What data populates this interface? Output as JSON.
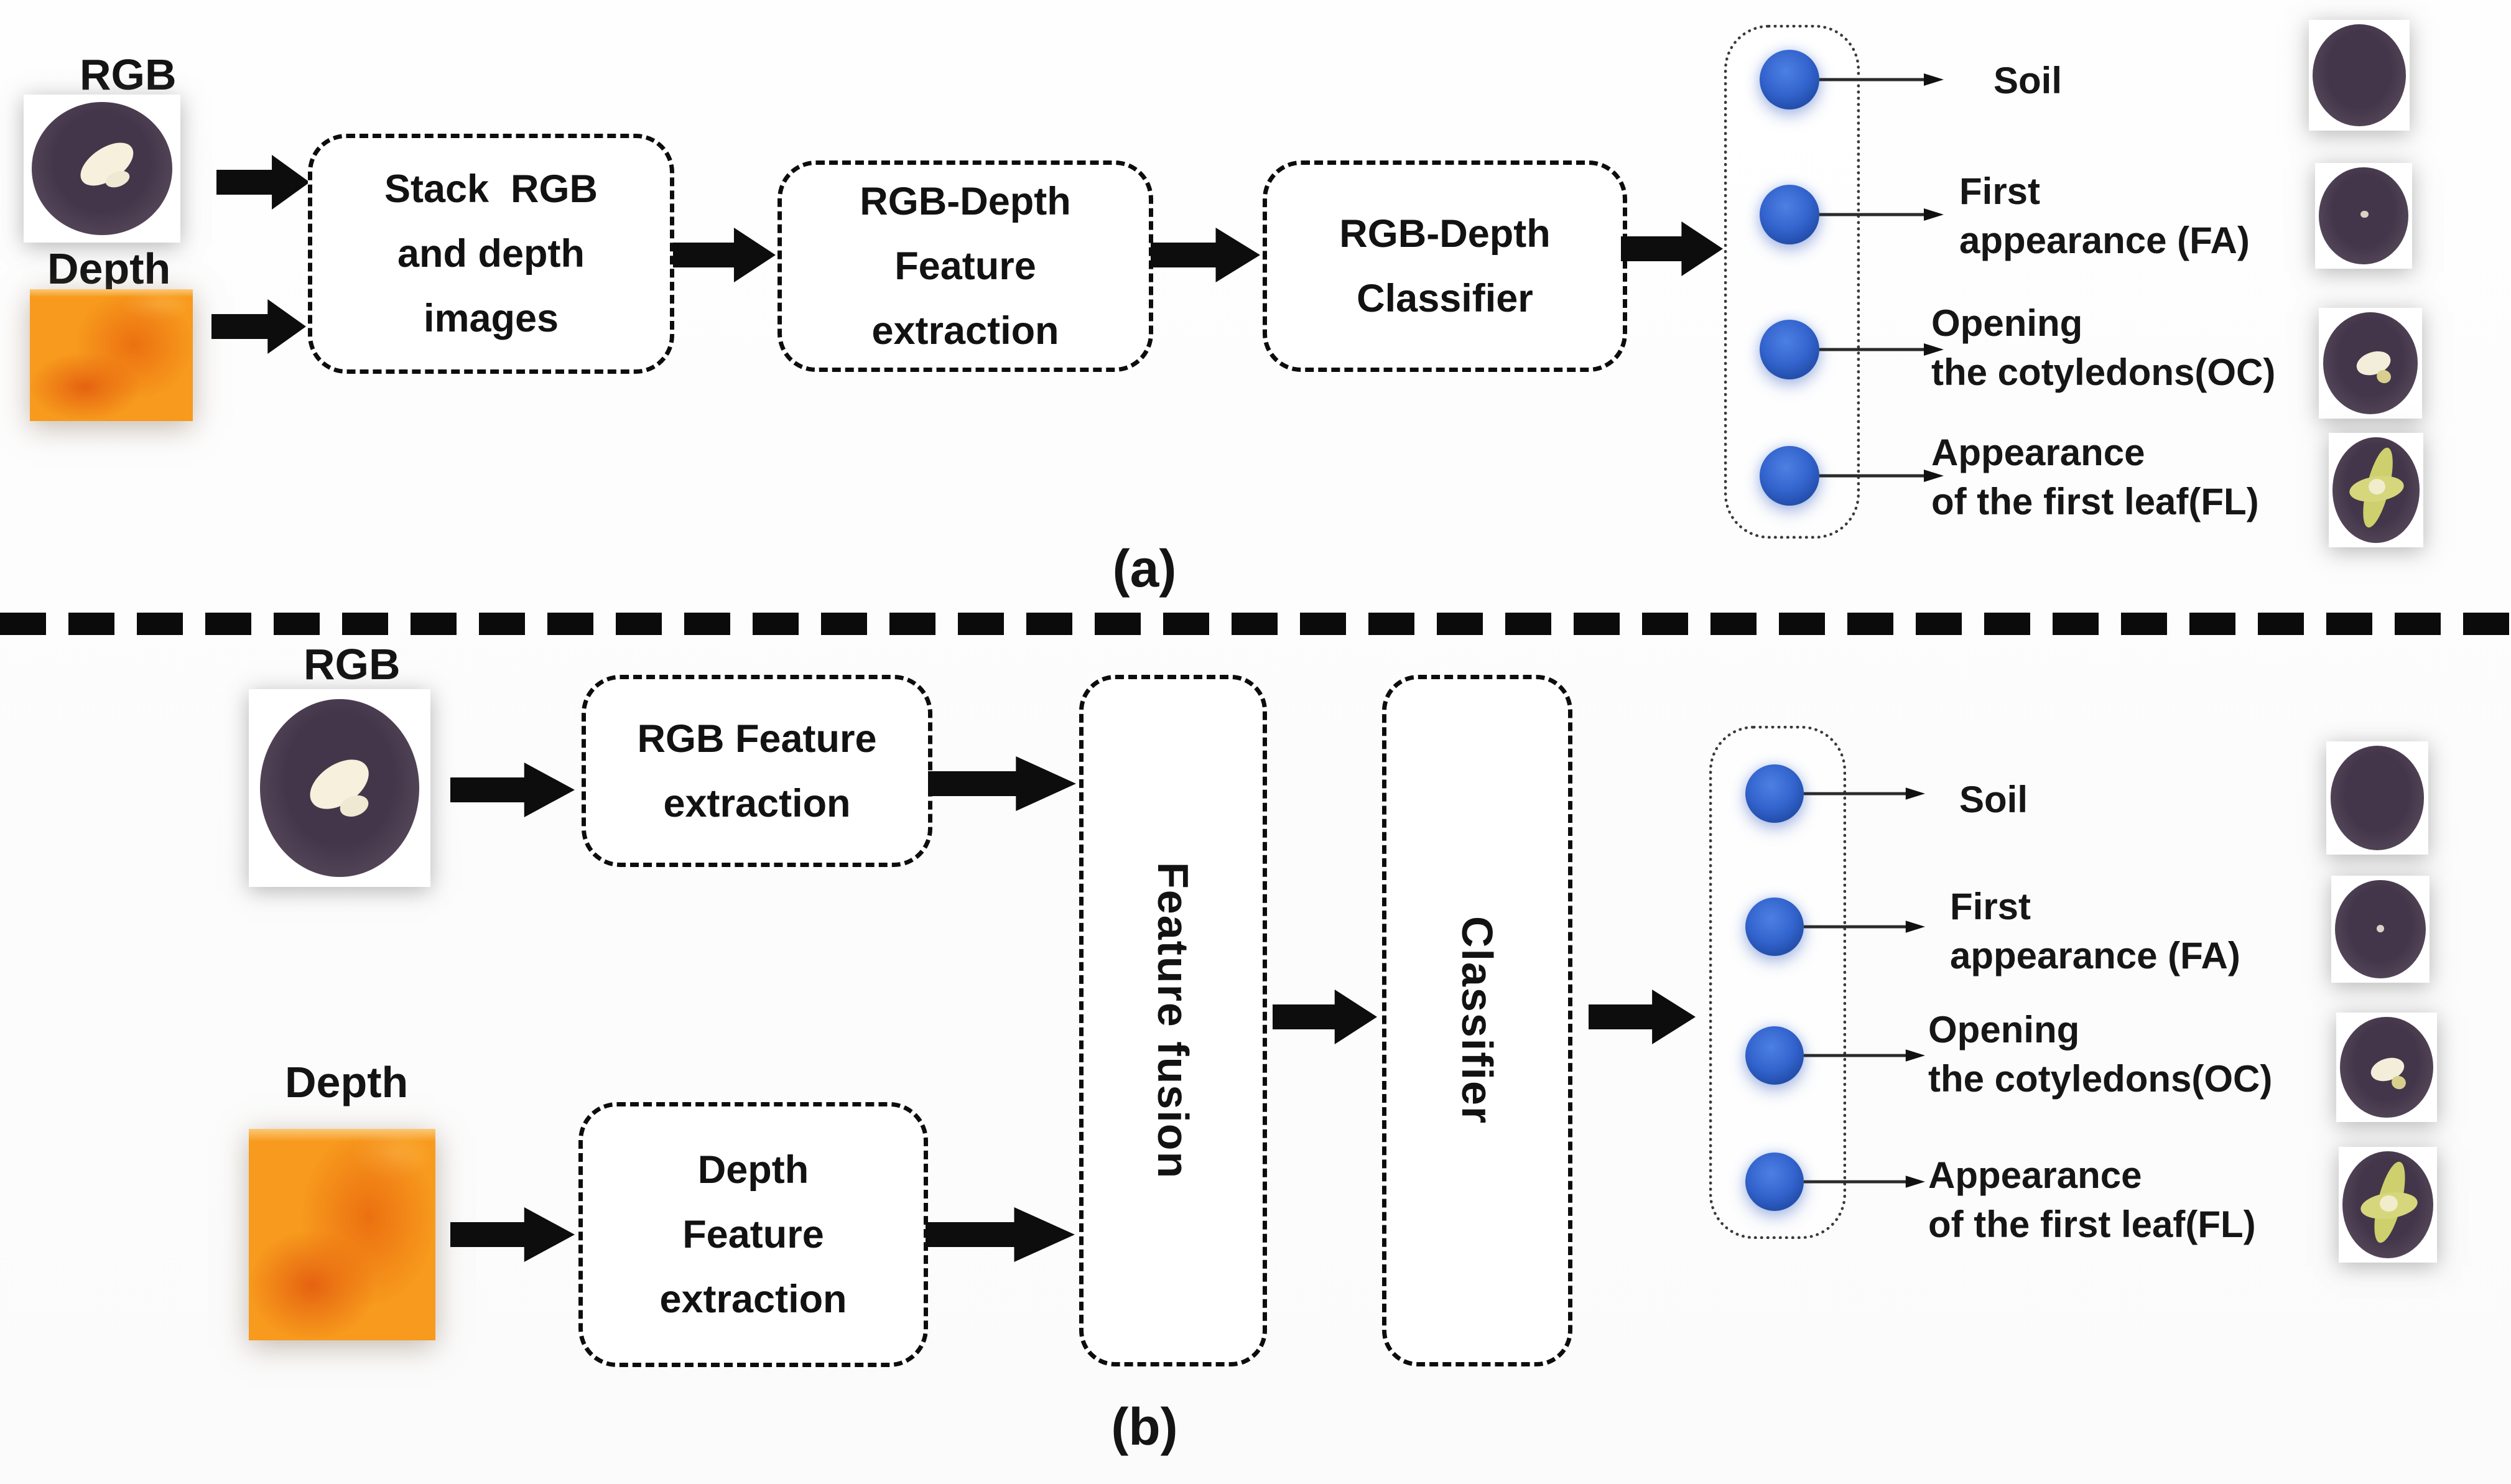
{
  "panel_a": {
    "tag": "(a)",
    "rgb_label": "RGB",
    "depth_label": "Depth",
    "box_stack": {
      "line1": "Stack  RGB",
      "line2": "and depth",
      "line3": "images"
    },
    "box_feature": {
      "line1": "RGB-Depth",
      "line2": "Feature",
      "line3": "extraction"
    },
    "box_classifier": {
      "line1": "RGB-Depth",
      "line2": "Classifier"
    },
    "classes": {
      "soil": {
        "line1": "Soil"
      },
      "fa": {
        "line1": "First",
        "line2": "appearance (FA)"
      },
      "oc": {
        "line1": "Opening",
        "line2": "the cotyledons(OC)"
      },
      "fl": {
        "line1": "Appearance",
        "line2": "of the first leaf(FL)"
      }
    }
  },
  "panel_b": {
    "tag": "(b)",
    "rgb_label": "RGB",
    "depth_label": "Depth",
    "box_rgb_feature": {
      "line1": "RGB Feature",
      "line2": "extraction"
    },
    "box_depth_feature": {
      "line1": "Depth",
      "line2": "Feature",
      "line3": "extraction"
    },
    "box_fusion": {
      "label": "Feature fusion"
    },
    "box_classifier": {
      "label": "Classifier"
    },
    "classes": {
      "soil": {
        "line1": "Soil"
      },
      "fa": {
        "line1": "First",
        "line2": "appearance (FA)"
      },
      "oc": {
        "line1": "Opening",
        "line2": "the cotyledons(OC)"
      },
      "fl": {
        "line1": "Appearance",
        "line2": "of the first leaf(FL)"
      }
    }
  },
  "colors": {
    "node_blue": "#2e5cb8",
    "depth_orange": "#f79a1d",
    "line_black": "#0d0d0d"
  }
}
